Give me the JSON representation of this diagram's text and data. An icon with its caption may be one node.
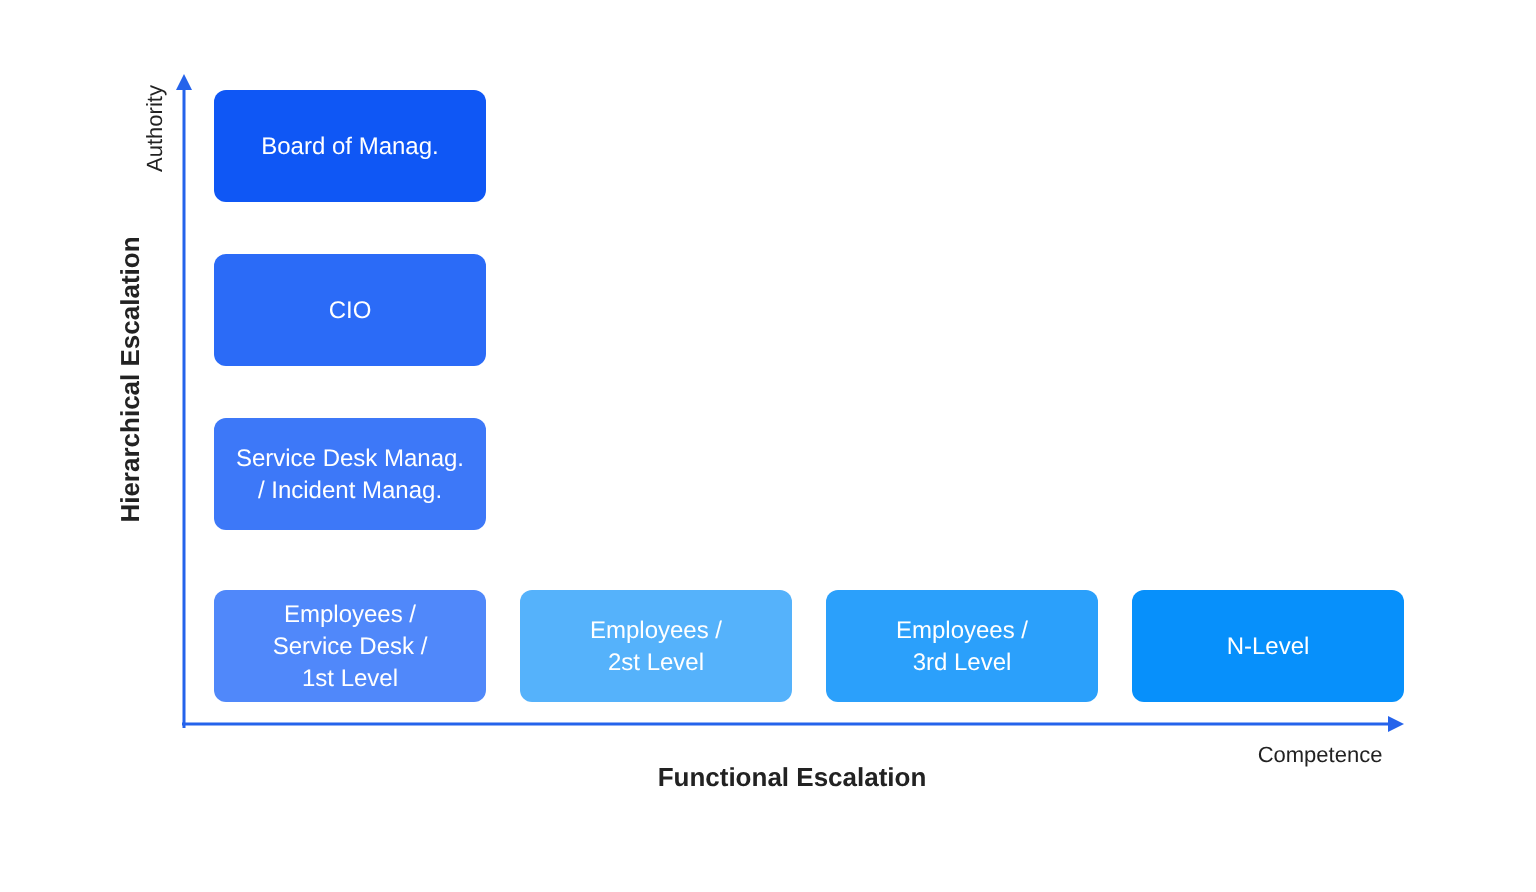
{
  "diagram": {
    "nodes": [
      {
        "text": [
          "Board of Manag."
        ]
      },
      {
        "text": [
          "CIO"
        ]
      },
      {
        "text": [
          "Service Desk Manag. / Incident Manag."
        ]
      },
      {
        "text": [
          "Employees / Service Desk / 1st Level"
        ]
      },
      {
        "text": [
          "Employees / 2st Level"
        ]
      },
      {
        "text": [
          "Employees / 3rd Level"
        ]
      },
      {
        "text": [
          "N-Level"
        ]
      }
    ],
    "labels": [
      "Authority",
      "Hierarchical Escalation",
      "Competence",
      "Functional Escalation"
    ]
  }
}
